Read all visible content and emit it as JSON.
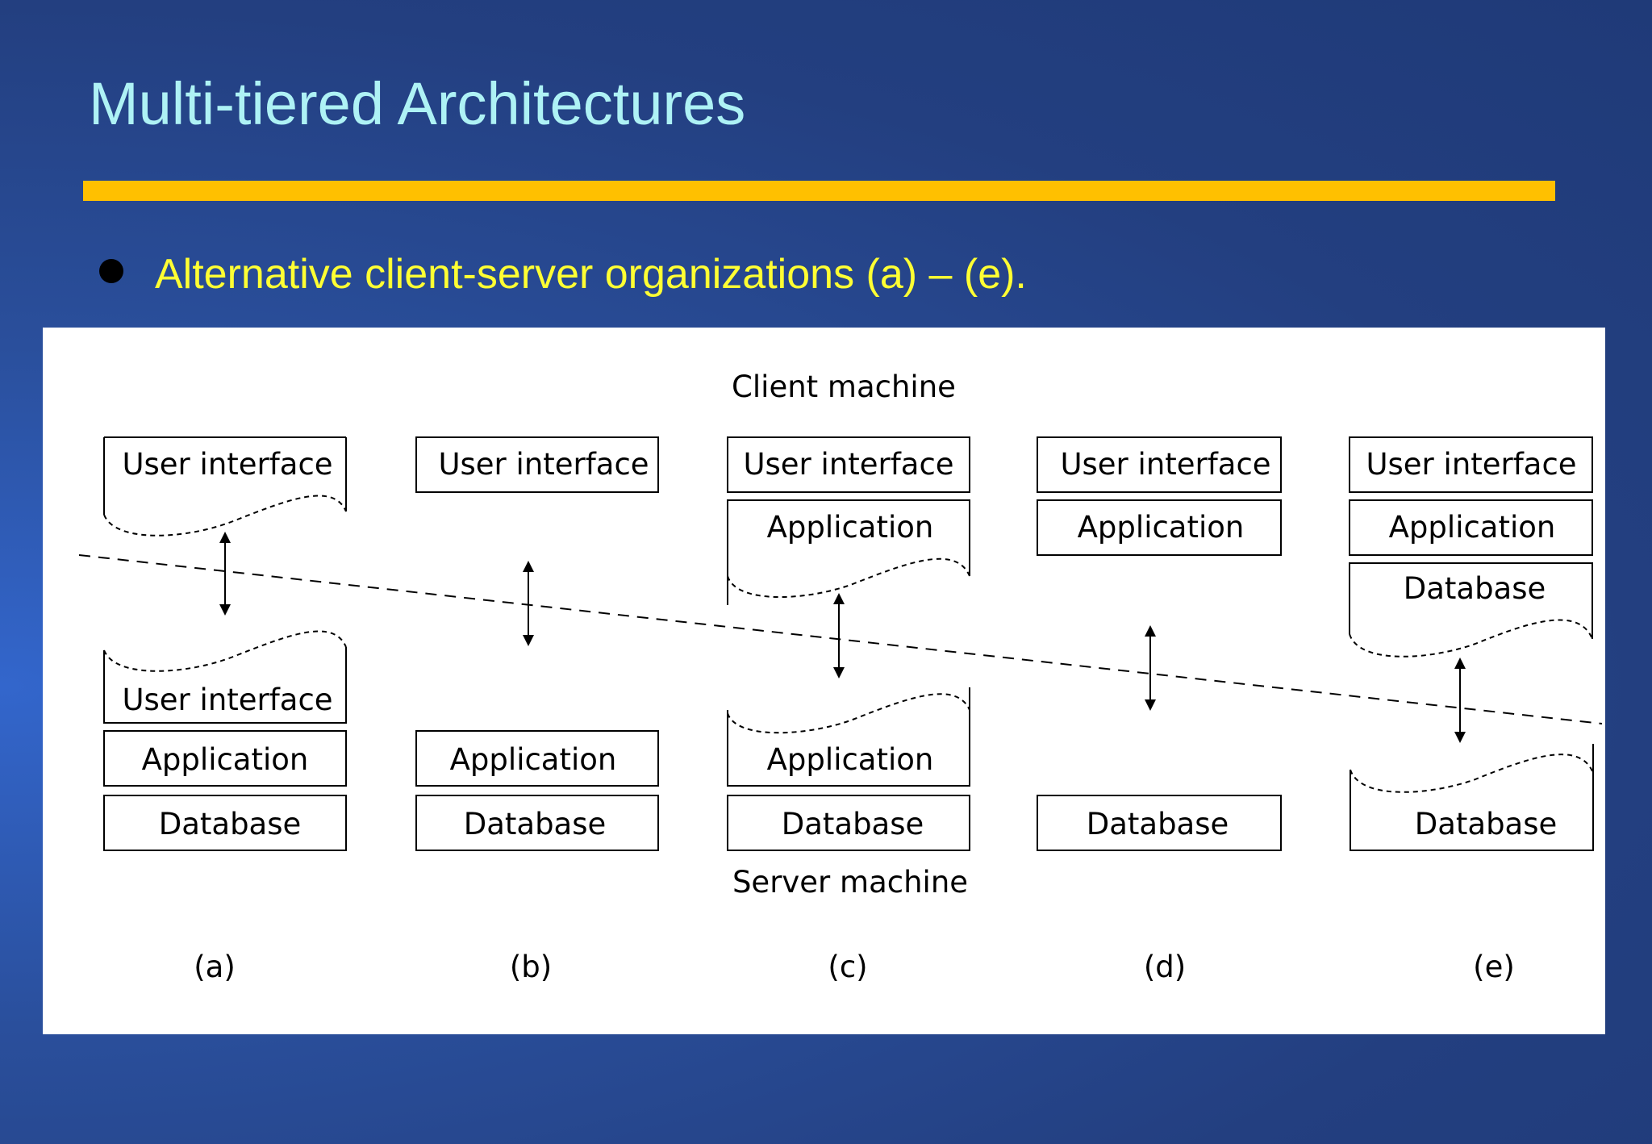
{
  "slide": {
    "title": "Multi-tiered Architectures",
    "bullet": "Alternative client-server organizations (a) – (e)."
  },
  "diagram": {
    "client_label": "Client machine",
    "server_label": "Server machine",
    "columns": [
      {
        "caption": "(a)",
        "client": {
          "labels": [
            "User interface"
          ],
          "partial": "User interface"
        },
        "server": {
          "partial": "User interface",
          "labels": [
            "Application",
            "Database"
          ]
        }
      },
      {
        "caption": "(b)",
        "client": {
          "labels": [
            "User interface"
          ],
          "partial": null
        },
        "server": {
          "partial": null,
          "labels": [
            "Application",
            "Database"
          ]
        }
      },
      {
        "caption": "(c)",
        "client": {
          "labels": [
            "User interface",
            "Application"
          ],
          "partial": "Application"
        },
        "server": {
          "partial": "Application",
          "labels": [
            "Database"
          ]
        }
      },
      {
        "caption": "(d)",
        "client": {
          "labels": [
            "User interface",
            "Application"
          ],
          "partial": null
        },
        "server": {
          "partial": null,
          "labels": [
            "Database"
          ]
        }
      },
      {
        "caption": "(e)",
        "client": {
          "labels": [
            "User interface",
            "Application",
            "Database"
          ],
          "partial": "Database"
        },
        "server": {
          "partial": "Database",
          "labels": []
        }
      }
    ]
  },
  "colors": {
    "title": "#aef2f5",
    "rule": "#ffc000",
    "bullet_text": "#ffff33",
    "background": "#2a4f9c"
  }
}
